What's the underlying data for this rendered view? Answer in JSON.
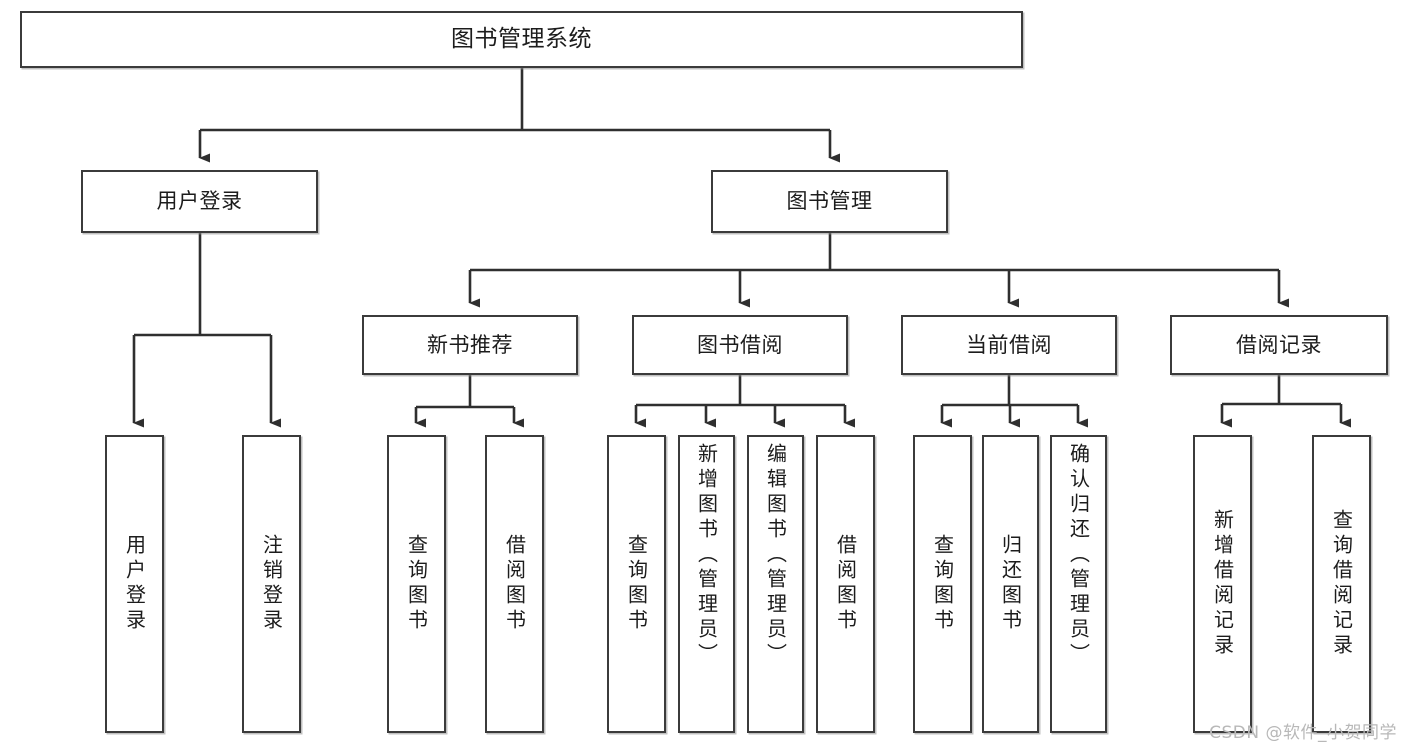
{
  "diagram": {
    "title": "图书管理系统",
    "type": "tree-hierarchy-chart",
    "watermark": "CSDN @软件_小贺同学",
    "colors": {
      "box_border": "#3b3b3b",
      "box_fill": "#ffffff",
      "connector": "#2f2f2f",
      "text": "#1c1c1c",
      "watermark": "#b8b8b8",
      "page_background": "#ffffff"
    },
    "nodes": {
      "root": {
        "label": "图书管理系统"
      },
      "level2": [
        {
          "id": "user-login",
          "label": "用户登录"
        },
        {
          "id": "book-management",
          "label": "图书管理"
        }
      ],
      "level3": [
        {
          "id": "new-book-recommend",
          "label": "新书推荐"
        },
        {
          "id": "book-borrow",
          "label": "图书借阅"
        },
        {
          "id": "current-borrow",
          "label": "当前借阅"
        },
        {
          "id": "borrow-record",
          "label": "借阅记录"
        }
      ],
      "leaves": {
        "user_login": [
          {
            "id": "leaf-user-login",
            "label": "用户登录"
          },
          {
            "id": "leaf-logout-login",
            "label": "注销登录"
          }
        ],
        "new_book_recommend": [
          {
            "id": "leaf-query-book-1",
            "label": "查询图书"
          },
          {
            "id": "leaf-borrow-book-1",
            "label": "借阅图书"
          }
        ],
        "book_borrow": [
          {
            "id": "leaf-query-book-2",
            "label": "查询图书"
          },
          {
            "id": "leaf-add-book",
            "label": "新增图书（管理员）"
          },
          {
            "id": "leaf-edit-book",
            "label": "编辑图书（管理员）"
          },
          {
            "id": "leaf-borrow-book-2",
            "label": "借阅图书"
          }
        ],
        "current_borrow": [
          {
            "id": "leaf-query-book-3",
            "label": "查询图书"
          },
          {
            "id": "leaf-return-book",
            "label": "归还图书"
          },
          {
            "id": "leaf-confirm-return",
            "label": "确认归还（管理员）"
          }
        ],
        "borrow_record": [
          {
            "id": "leaf-add-record",
            "label": "新增借阅记录"
          },
          {
            "id": "leaf-query-record",
            "label": "查询借阅记录"
          }
        ]
      }
    }
  }
}
